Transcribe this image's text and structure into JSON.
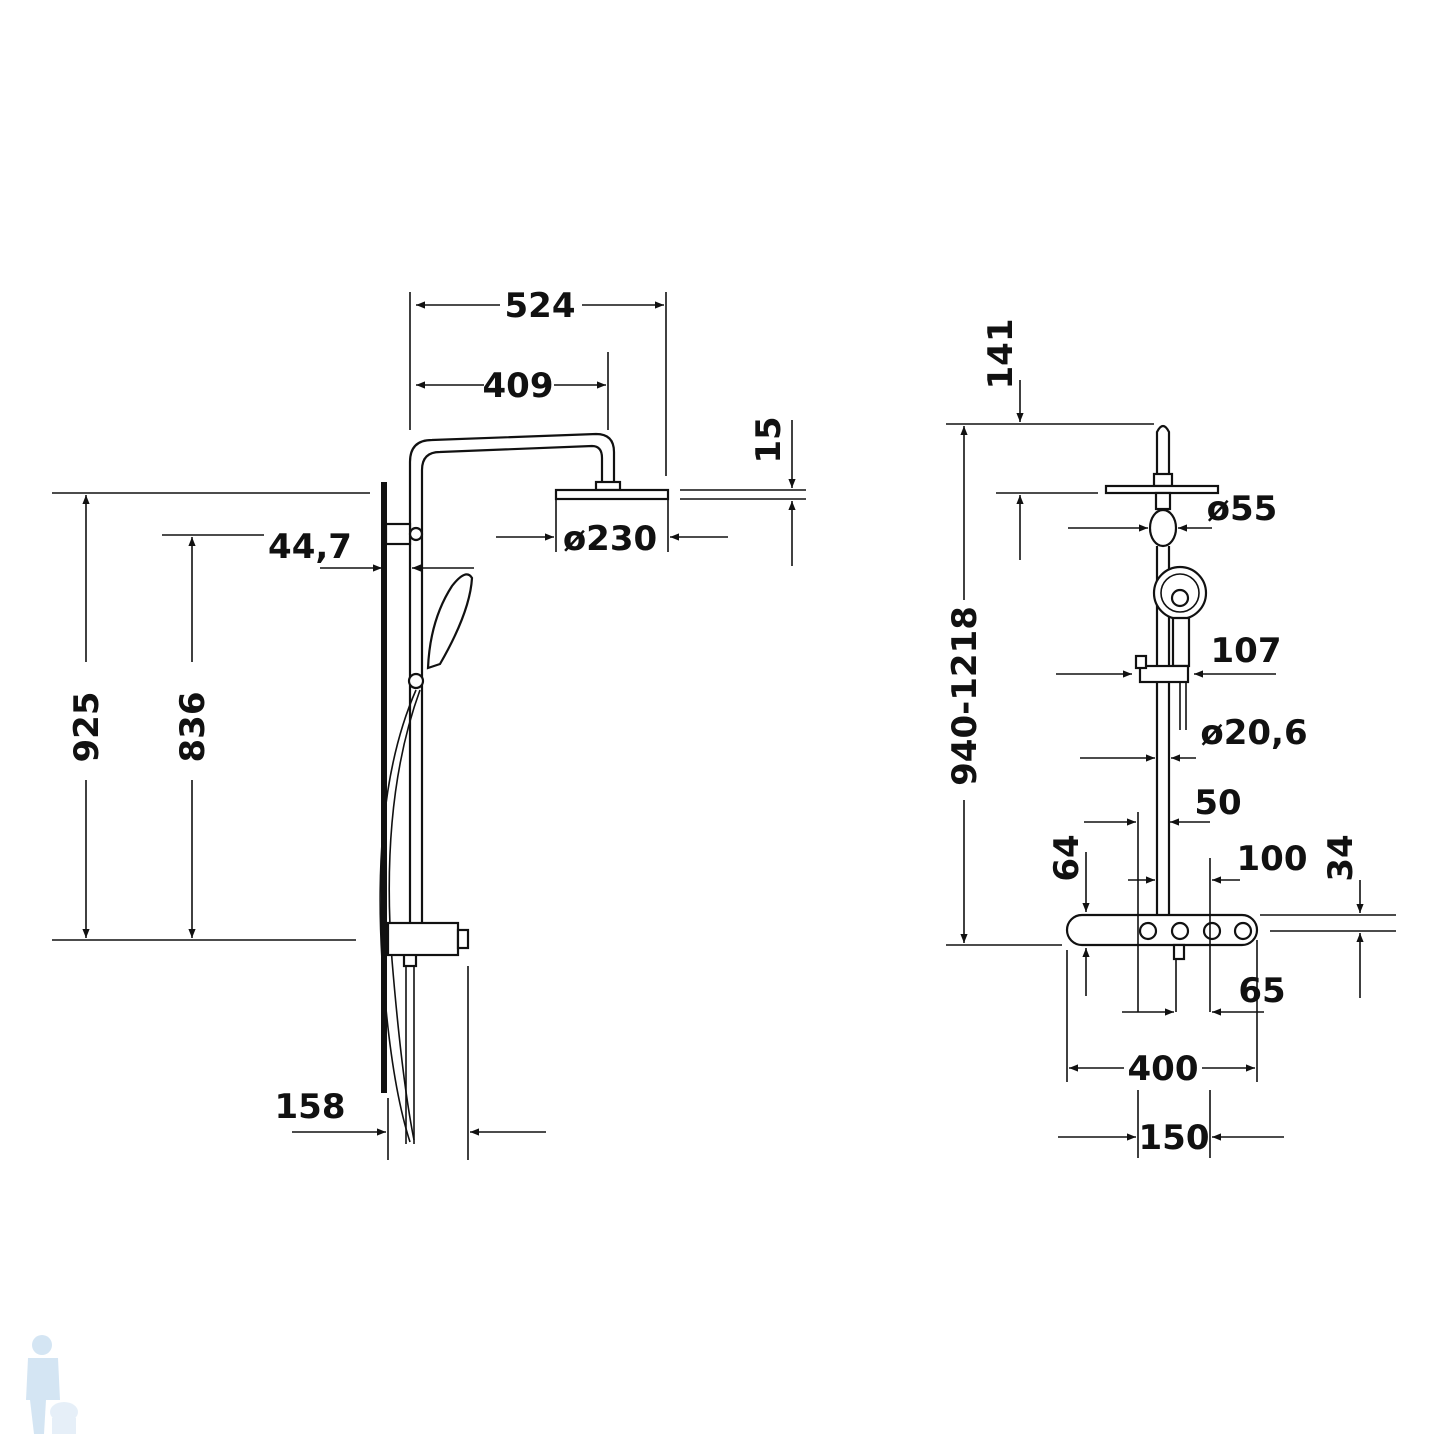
{
  "side_view": {
    "dims": {
      "head_reach": "524",
      "arm_reach": "409",
      "head_thickness": "15",
      "head_diameter": "ø230",
      "bar_offset": "44,7",
      "height_overall": "925",
      "height_bar": "836",
      "thermostat_depth": "158"
    }
  },
  "front_view": {
    "dims": {
      "top_arm": "141",
      "joint_diameter": "ø55",
      "hand_shower_diameter": "107",
      "rail_diameter": "ø20,6",
      "height_range": "940-1218",
      "rail_spacing": "50",
      "outlet_depth": "64",
      "control_spacing": "100",
      "shelf_height": "34",
      "valve_spacing": "65",
      "shelf_width": "400",
      "center_spacing": "150"
    }
  },
  "colors": {
    "ink": "#111111",
    "paper": "#ffffff",
    "watermark": "#b8d4ec"
  }
}
